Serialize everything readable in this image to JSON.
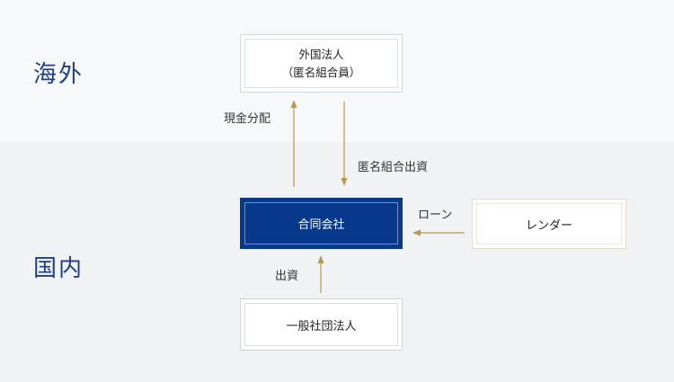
{
  "regions": {
    "overseas": "海外",
    "domestic": "国内"
  },
  "boxes": {
    "foreign_entity": {
      "line1": "外国法人",
      "line2": "（匿名組合員）"
    },
    "godo_kaisha": "合同会社",
    "lender": "レンダー",
    "ippan_shadan": "一般社団法人"
  },
  "flows": {
    "cash_distribution": "現金分配",
    "tk_investment": "匿名組合出資",
    "loan": "ローン",
    "investment": "出資"
  },
  "colors": {
    "navy": "#07388a",
    "arrow": "#b8984f",
    "region_text": "#1e3f86"
  }
}
